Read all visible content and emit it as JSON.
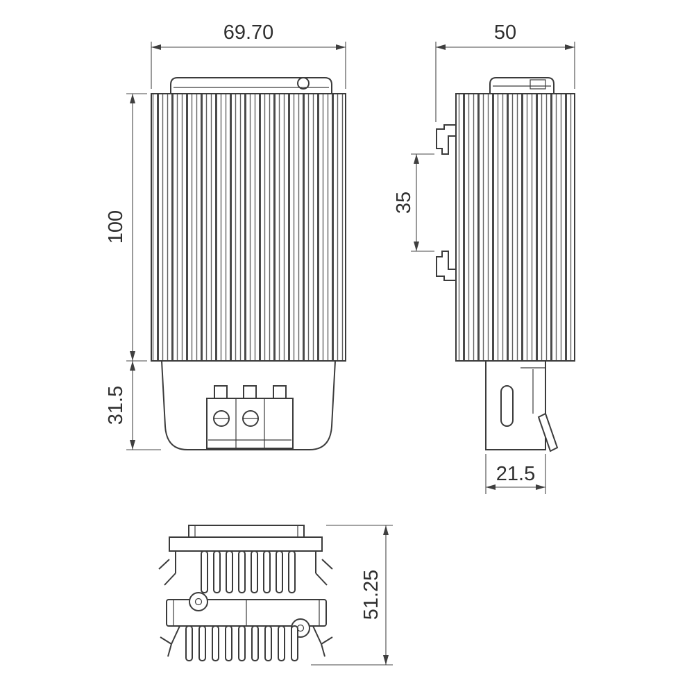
{
  "drawing": {
    "front_view": {
      "width_label": "69.70",
      "height_label": "100",
      "terminal_height_label": "31.5"
    },
    "side_view": {
      "depth_label": "50",
      "din_rail_label": "35",
      "foot_depth_label": "21.5"
    },
    "bottom_view": {
      "height_label": "51.25"
    }
  }
}
